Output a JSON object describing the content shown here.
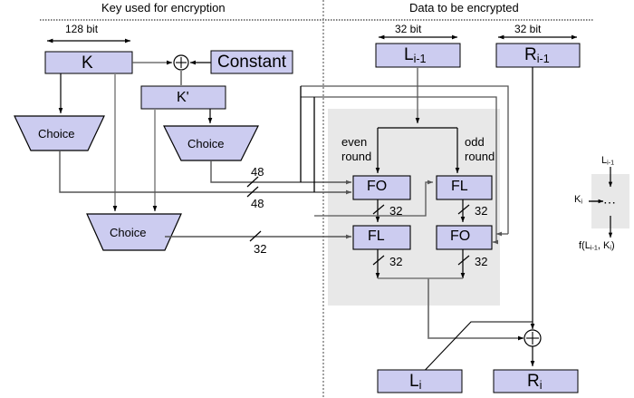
{
  "figure": {
    "title_left": "Key used for encryption",
    "title_right": "Data to be encrypted",
    "divider": "vertical-dotted"
  },
  "colors": {
    "box_fill": "#ccccf0",
    "box_stroke": "#000000",
    "shaded_region": "#e8e8e8",
    "wire_dark": "#555555",
    "wire_black": "#000000",
    "background": "#ffffff"
  },
  "key_side": {
    "width_label": "128 bit",
    "boxes": {
      "k": "K",
      "k_prime": "K'",
      "constant": "Constant"
    },
    "choice_1": "Choice",
    "choice_2": "Choice",
    "choice_3": "Choice",
    "xor": "⊕",
    "wire_labels": {
      "top_48": "48",
      "second_48": "48",
      "bottom_32": "32"
    }
  },
  "data_side": {
    "width_label_left": "32 bit",
    "width_label_right": "32 bit",
    "input_left": "L",
    "input_left_sub": "i-1",
    "input_right": "R",
    "input_right_sub": "i-1",
    "output_left": "L",
    "output_left_sub": "i",
    "output_right": "R",
    "output_right_sub": "i",
    "round_label_even": "even",
    "round_label_even_2": "round",
    "round_label_odd": "odd",
    "round_label_odd_2": "round",
    "functions": {
      "fo_top": "FO",
      "fl_top": "FL",
      "fl_bottom": "FL",
      "fo_bottom": "FO"
    },
    "wire_labels": {
      "fo_top_out": "32",
      "fl_top_out": "32",
      "fl_bottom_out": "32",
      "fo_bottom_out": "32"
    },
    "xor": "⊕"
  },
  "inset": {
    "top_label": "L",
    "top_label_sub": "i-1",
    "left_label": "K",
    "left_label_sub": "i",
    "body": "⋯",
    "bottom_label_pre": "f(L",
    "bottom_label_sub1": "i-1",
    "bottom_label_mid": ", K",
    "bottom_label_sub2": "i",
    "bottom_label_post": ")"
  }
}
